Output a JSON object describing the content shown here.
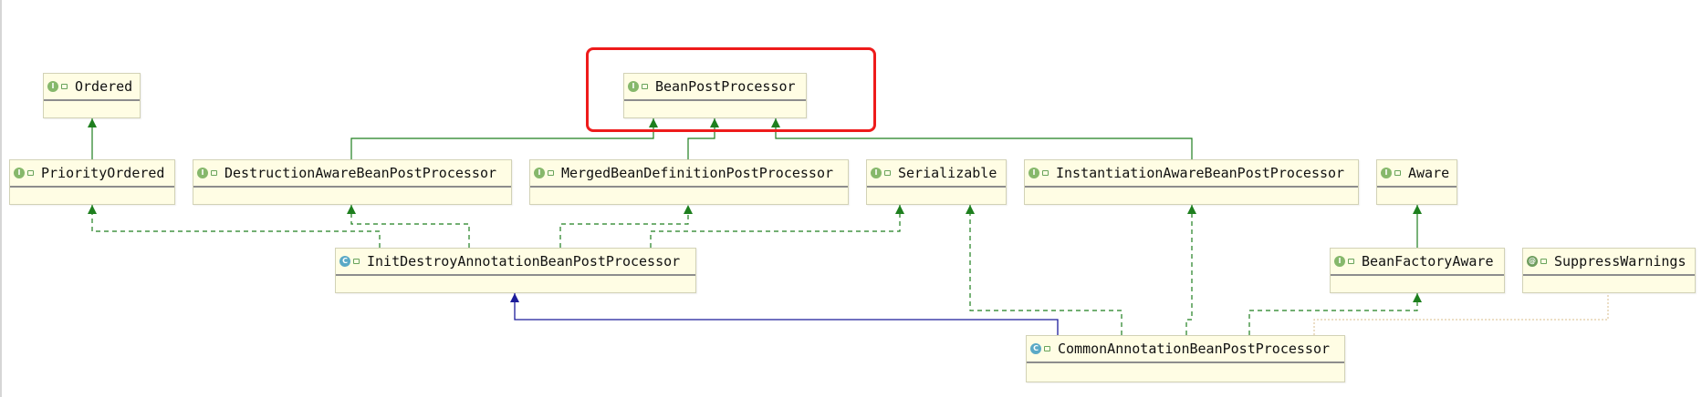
{
  "diagram": {
    "nodes": [
      {
        "id": "ordered",
        "name": "Ordered",
        "kind": "interface",
        "icon": "interface-icon"
      },
      {
        "id": "beanpostprocessor",
        "name": "BeanPostProcessor",
        "kind": "interface",
        "icon": "interface-icon"
      },
      {
        "id": "priorityordered",
        "name": "PriorityOrdered",
        "kind": "interface",
        "icon": "interface-icon"
      },
      {
        "id": "destructionaware",
        "name": "DestructionAwareBeanPostProcessor",
        "kind": "interface",
        "icon": "interface-icon"
      },
      {
        "id": "mergedbeandefinition",
        "name": "MergedBeanDefinitionPostProcessor",
        "kind": "interface",
        "icon": "interface-icon"
      },
      {
        "id": "serializable",
        "name": "Serializable",
        "kind": "interface",
        "icon": "interface-icon"
      },
      {
        "id": "instantiationaware",
        "name": "InstantiationAwareBeanPostProcessor",
        "kind": "interface",
        "icon": "interface-icon"
      },
      {
        "id": "aware",
        "name": "Aware",
        "kind": "interface",
        "icon": "interface-icon"
      },
      {
        "id": "initdestroy",
        "name": "InitDestroyAnnotationBeanPostProcessor",
        "kind": "class",
        "icon": "class-icon"
      },
      {
        "id": "beanfactoryaware",
        "name": "BeanFactoryAware",
        "kind": "interface",
        "icon": "interface-icon"
      },
      {
        "id": "suppresswarnings",
        "name": "SuppressWarnings",
        "kind": "annotation",
        "icon": "annotation-icon"
      },
      {
        "id": "commonannotation",
        "name": "CommonAnnotationBeanPostProcessor",
        "kind": "class",
        "icon": "class-icon"
      }
    ],
    "edges": [
      {
        "from": "priorityordered",
        "to": "ordered",
        "type": "extends"
      },
      {
        "from": "destructionaware",
        "to": "beanpostprocessor",
        "type": "extends"
      },
      {
        "from": "mergedbeandefinition",
        "to": "beanpostprocessor",
        "type": "extends"
      },
      {
        "from": "instantiationaware",
        "to": "beanpostprocessor",
        "type": "extends"
      },
      {
        "from": "beanfactoryaware",
        "to": "aware",
        "type": "extends"
      },
      {
        "from": "initdestroy",
        "to": "priorityordered",
        "type": "implements"
      },
      {
        "from": "initdestroy",
        "to": "destructionaware",
        "type": "implements"
      },
      {
        "from": "initdestroy",
        "to": "mergedbeandefinition",
        "type": "implements"
      },
      {
        "from": "initdestroy",
        "to": "serializable",
        "type": "implements"
      },
      {
        "from": "commonannotation",
        "to": "initdestroy",
        "type": "class-extends"
      },
      {
        "from": "commonannotation",
        "to": "serializable",
        "type": "implements"
      },
      {
        "from": "commonannotation",
        "to": "instantiationaware",
        "type": "implements"
      },
      {
        "from": "commonannotation",
        "to": "beanfactoryaware",
        "type": "implements"
      },
      {
        "from": "commonannotation",
        "to": "suppresswarnings",
        "type": "annotated-with"
      }
    ],
    "highlighted_node": "beanpostprocessor",
    "colors": {
      "node_fill": "#fffde4",
      "extends_edge": "#1e7f1e",
      "class_extends_edge": "#1c1c9a",
      "annotation_edge": "#e0c9a0",
      "highlight": "#ee1b1b"
    },
    "icon_glyphs": {
      "interface": "I",
      "class": "C",
      "annotation": "@"
    }
  }
}
